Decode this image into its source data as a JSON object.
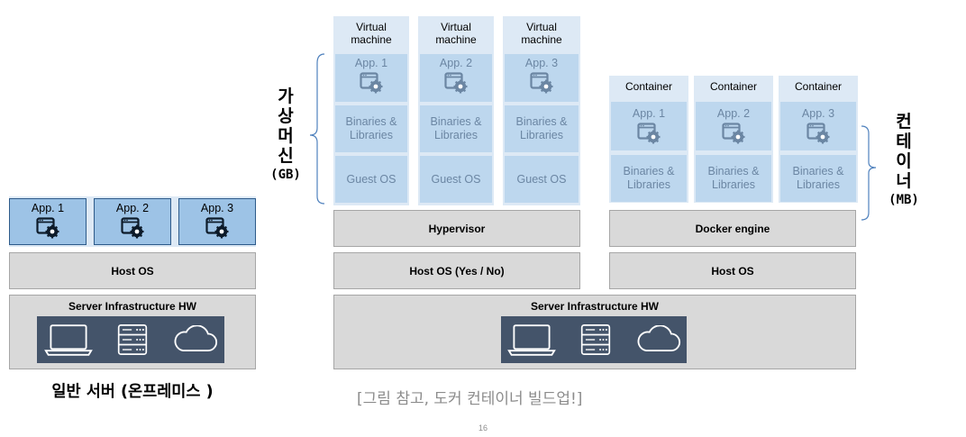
{
  "left": {
    "apps": [
      "App. 1",
      "App. 2",
      "App. 3"
    ],
    "host_os": "Host OS",
    "server_hw": "Server Infrastructure HW",
    "caption": "일반 서버 (온프레미스 )"
  },
  "middle": {
    "vm_headers": [
      "Virtual machine",
      "Virtual machine",
      "Virtual machine"
    ],
    "apps": [
      "App. 1",
      "App. 2",
      "App. 3"
    ],
    "bins": [
      "Binaries & Libraries",
      "Binaries & Libraries",
      "Binaries & Libraries"
    ],
    "guest": [
      "Guest OS",
      "Guest OS",
      "Guest OS"
    ],
    "hypervisor": "Hypervisor",
    "host_os": "Host OS (Yes / No)",
    "server_hw": "Server Infrastructure HW",
    "side_label": [
      "가",
      "상",
      "머",
      "신"
    ],
    "side_unit": "(GB)",
    "caption": "[그림 참고, 도커 컨테이너 빌드업!]"
  },
  "right": {
    "container_headers": [
      "Container",
      "Container",
      "Container"
    ],
    "apps": [
      "App. 1",
      "App. 2",
      "App. 3"
    ],
    "bins": [
      "Binaries & Libraries",
      "Binaries & Libraries",
      "Binaries & Libraries"
    ],
    "engine": "Docker engine",
    "host_os": "Host OS",
    "side_label": [
      "컨",
      "테",
      "이",
      "너"
    ],
    "side_unit": "(MB)"
  },
  "page_number": "16",
  "icons": [
    "app-window-gear-icon",
    "laptop-icon",
    "server-rack-icon",
    "cloud-icon"
  ],
  "colors": {
    "app_blue": "#9dc3e6",
    "light_blue": "#bdd7ee",
    "grey": "#d9d9d9",
    "dark_bar": "#44546a"
  }
}
